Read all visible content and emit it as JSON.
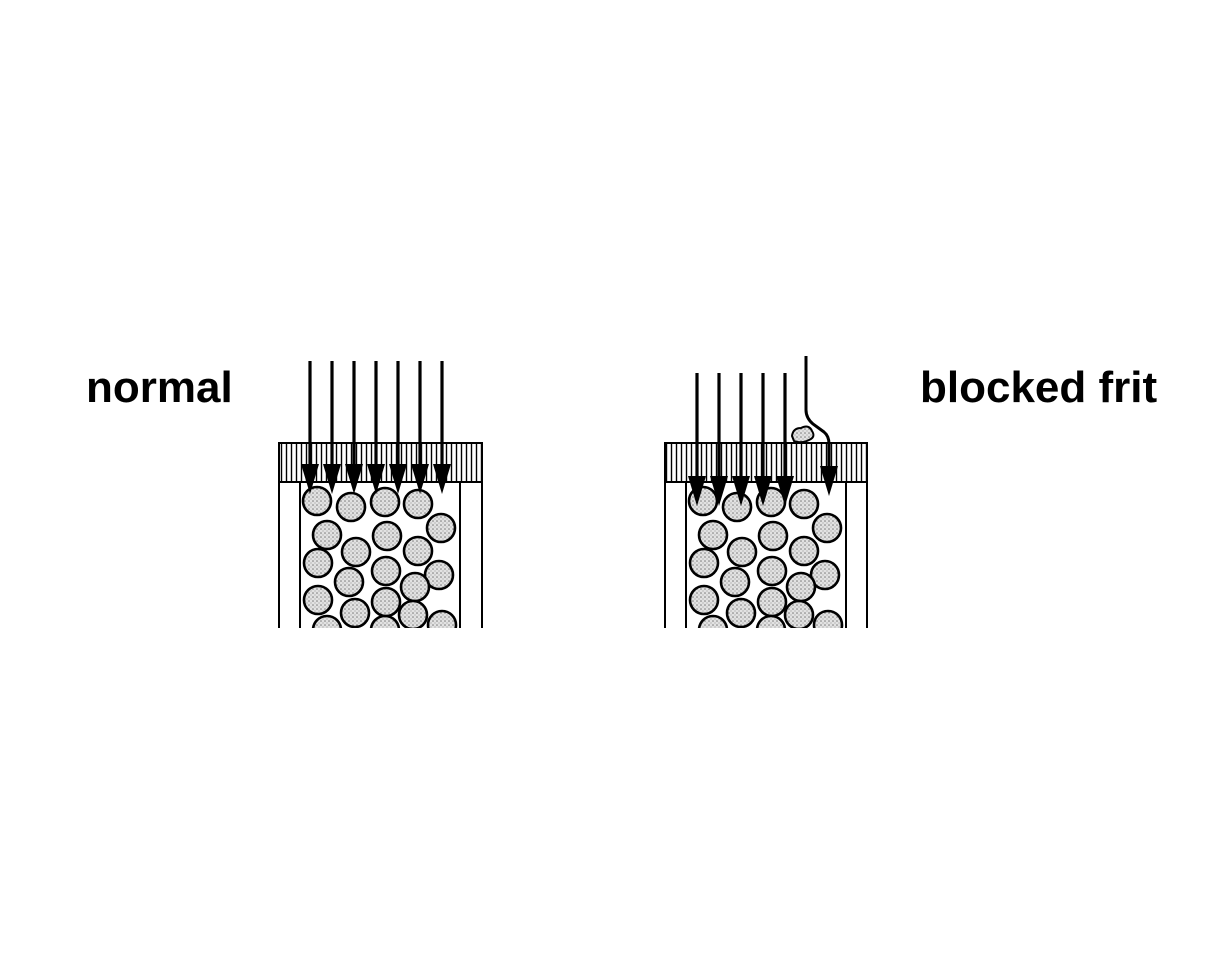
{
  "labels": {
    "normal": "normal",
    "blocked": "blocked frit"
  },
  "colors": {
    "ink": "#000000",
    "particle_fill": "#d6d6d6",
    "background": "#ffffff"
  },
  "columns": [
    {
      "name": "normal",
      "flow": "uniform",
      "arrows": 7,
      "blocked": false
    },
    {
      "name": "blocked frit",
      "flow": "diverted",
      "arrows": 6,
      "blocked": true
    }
  ]
}
